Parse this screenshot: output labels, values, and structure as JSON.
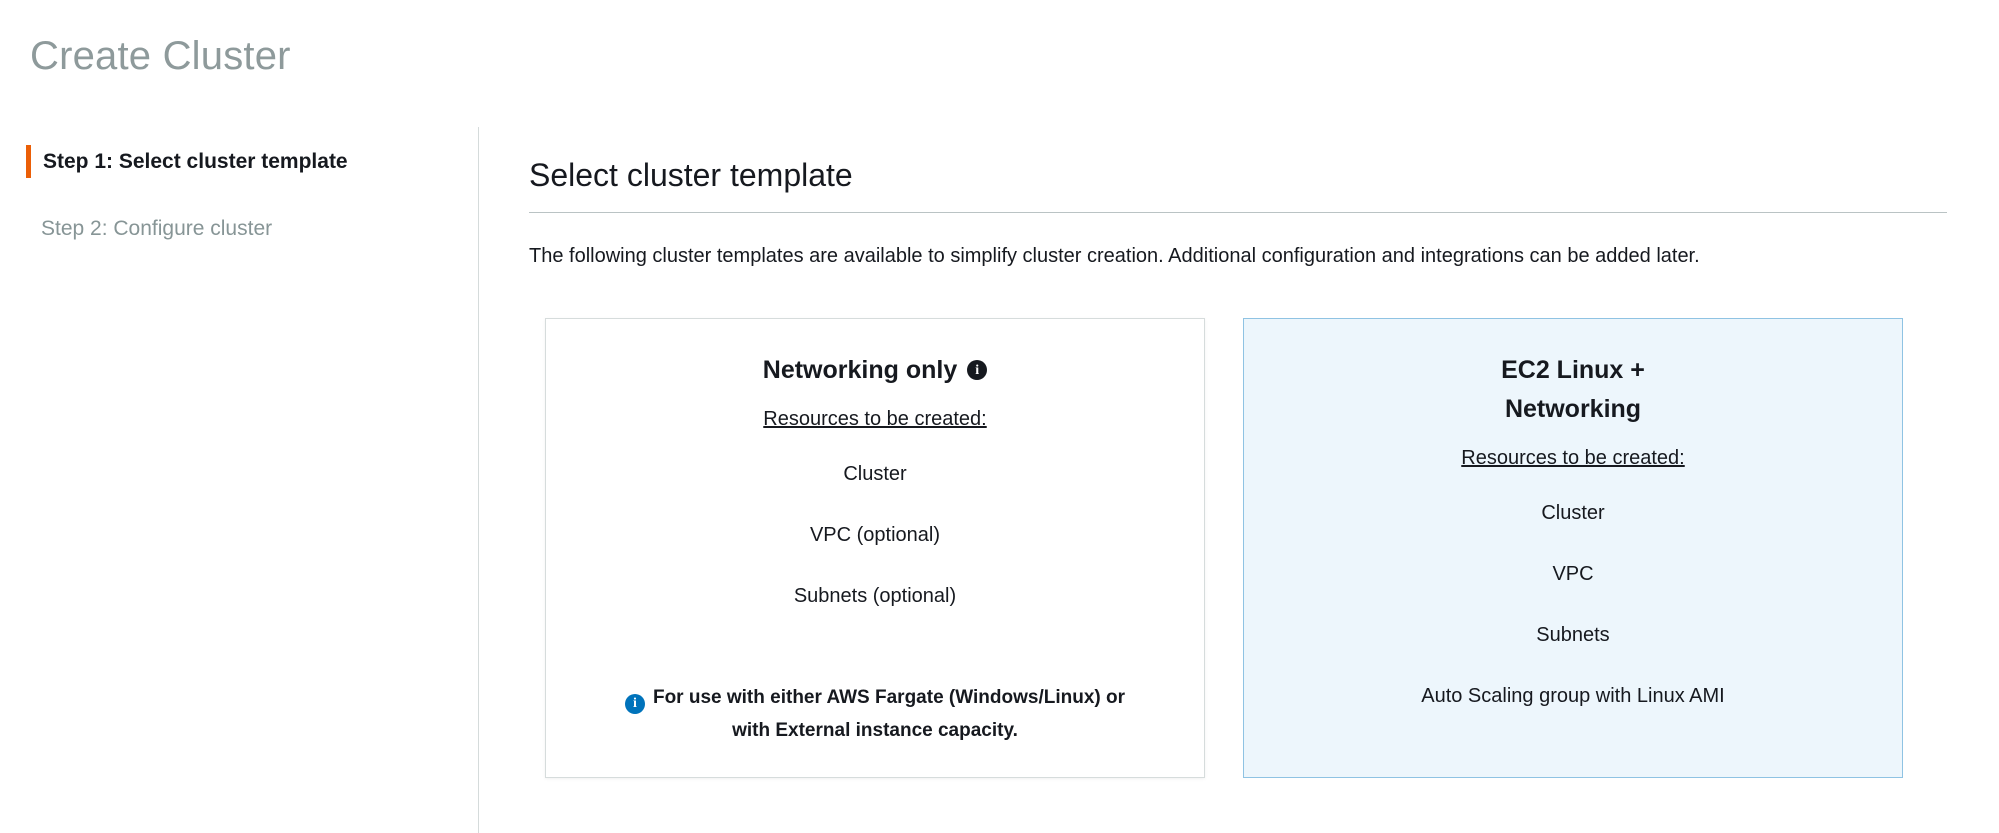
{
  "page": {
    "title": "Create Cluster"
  },
  "wizard": {
    "steps": [
      {
        "label": "Step 1: Select cluster template",
        "active": true
      },
      {
        "label": "Step 2: Configure cluster",
        "active": false
      }
    ]
  },
  "main": {
    "heading": "Select cluster template",
    "description": "The following cluster templates are available to simplify cluster creation. Additional configuration and integrations can be added later.",
    "cards": [
      {
        "title": "Networking only",
        "resources_label": "Resources to be created:",
        "resources": [
          "Cluster",
          "VPC (optional)",
          "Subnets (optional)"
        ],
        "note": "For use with either AWS Fargate (Windows/Linux) or with External instance capacity.",
        "selected": false
      },
      {
        "title": "EC2 Linux + Networking",
        "resources_label": "Resources to be created:",
        "resources": [
          "Cluster",
          "VPC",
          "Subnets",
          "Auto Scaling group with Linux AMI"
        ],
        "selected": true
      }
    ]
  },
  "icons": {
    "info_glyph": "i"
  },
  "colors": {
    "accent_orange": "#eb5f07",
    "selected_card_bg": "#edf6fc",
    "selected_card_border": "#8fc3e3",
    "info_blue": "#0073bb",
    "page_title_gray": "#8e9a9b"
  }
}
